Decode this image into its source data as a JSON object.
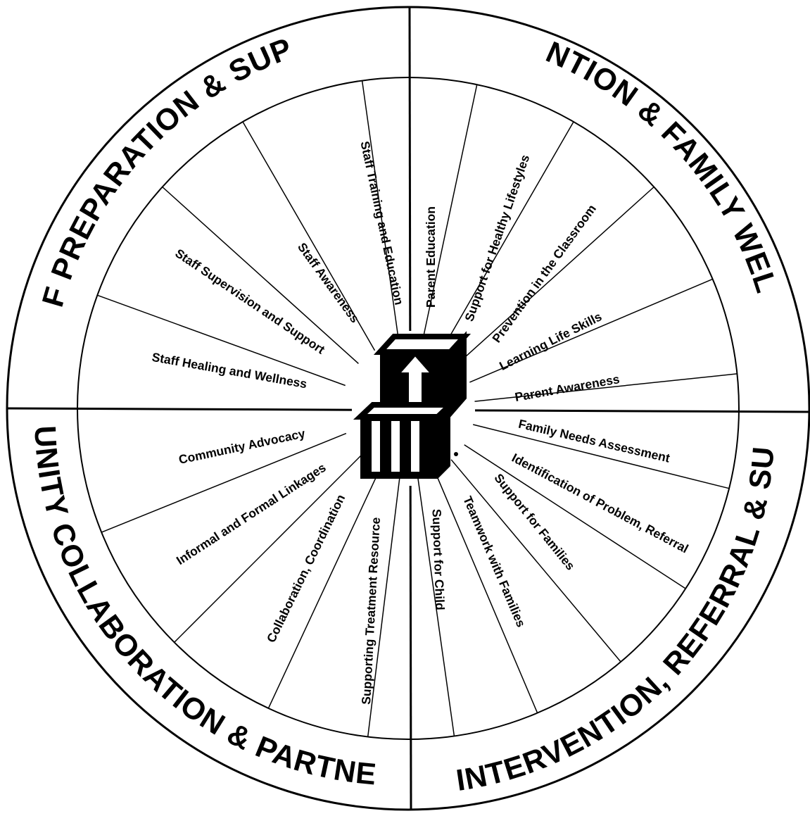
{
  "quadrants": {
    "prevention": "PREVENTION & FAMILY WELLNESS",
    "early_intervention": "EARLY INTERVENTION, REFERRAL & SUPPORT",
    "community": "COMMUNITY COLLABORATION & PARTNERSHIPS",
    "staff": "STAFF PREPARATION & SUPPORT"
  },
  "spokes": {
    "prevention": [
      "Parent Education",
      "Support for Healthy Lifestyles",
      "Prevention in the Classroom",
      "Learning Life Skills",
      "Parent Awareness"
    ],
    "early_intervention": [
      "Family Needs Assessment",
      "Identification of Problem,  Referral",
      "Support for Families",
      "Teamwork with Families",
      "Support for Child"
    ],
    "community": [
      "Supporting Treatment Resource",
      "Collaboration, Coordination",
      "Informal and Formal Linkages",
      "Community Advocacy"
    ],
    "staff": [
      "Staff Healing and Wellness",
      "Staff Supervision and Support",
      "Staff Awareness",
      "Staff Training and Education"
    ]
  },
  "colors": {
    "ink": "#000000",
    "paper": "#ffffff"
  }
}
